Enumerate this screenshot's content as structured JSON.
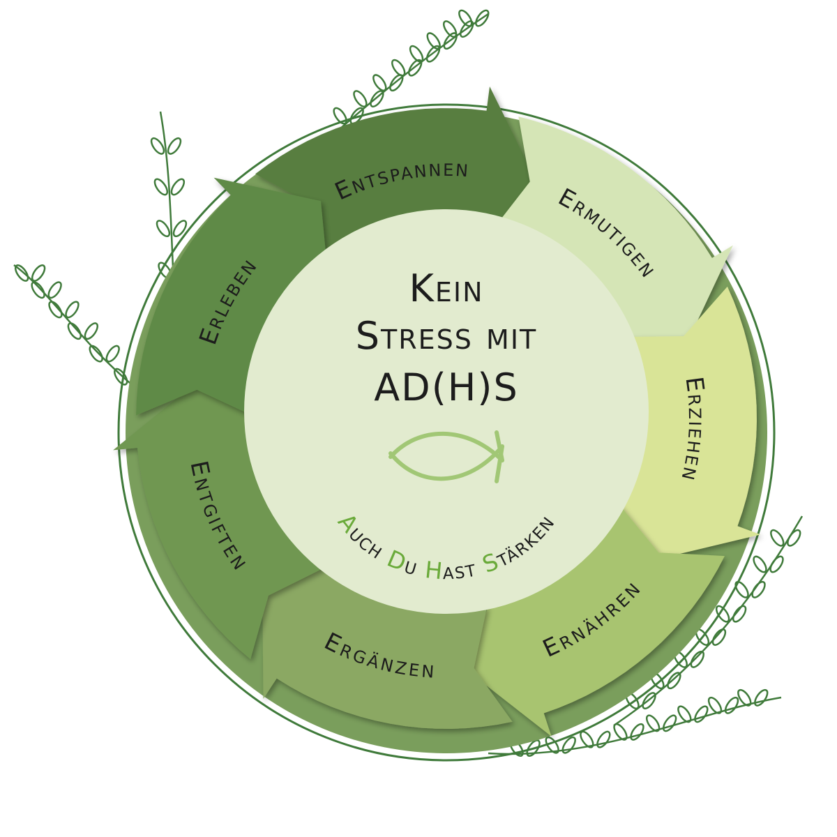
{
  "center": {
    "title_lines": [
      "Kein",
      "Stress mit",
      "AD(H)S"
    ],
    "tagline": [
      {
        "initial": "A",
        "rest": "uch "
      },
      {
        "initial": "D",
        "rest": "u "
      },
      {
        "initial": "H",
        "rest": "ast "
      },
      {
        "initial": "S",
        "rest": "tärken"
      }
    ],
    "emblem": "fish-icon"
  },
  "cycle": [
    {
      "label": "Entspannen",
      "color": "#587e3f"
    },
    {
      "label": "Ermutigen",
      "color": "#d5e5b6"
    },
    {
      "label": "Erziehen",
      "color": "#d9e497"
    },
    {
      "label": "Ernähren",
      "color": "#a8c470"
    },
    {
      "label": "Ergänzen",
      "color": "#8ba863"
    },
    {
      "label": "Entgiften",
      "color": "#6f9751"
    },
    {
      "label": "Erleben",
      "color": "#5f8a46"
    }
  ],
  "colors": {
    "outer_ring": "#7a9e5c",
    "inner_disc": "#e2ebcf",
    "highlight": "#6aaa3a",
    "leaves": "#3f7a3a"
  }
}
